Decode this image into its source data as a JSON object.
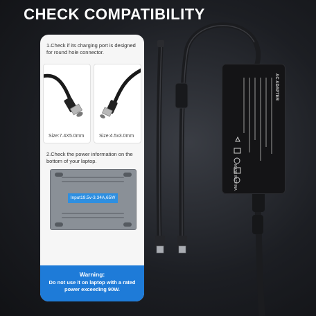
{
  "headline": "CHECK COMPATIBILITY",
  "card": {
    "note1": "1.Check if its charging port is designed for round hole connector.",
    "sizes": [
      "Size:7.4X5.0mm",
      "Size:4.5x3.0mm"
    ],
    "note2": "2.Check the power information on the bottom of your laptop.",
    "laptop_label": "Input19.5v-3.34A,65W",
    "warning_title": "Warning:",
    "warning_text": "Do not use it on laptop with a rated power exceeding 90W."
  },
  "adapter": {
    "label_title": "AC ADAPTER",
    "made_in": "MADE IN CHINA"
  },
  "colors": {
    "accent_blue": "#1e7bd8",
    "card_bg": "#f6f6f6",
    "background": "#1c1e23"
  },
  "icons": [
    "round-connector-plug-icon",
    "laptop-bottom-icon",
    "certification-marks-icon"
  ]
}
